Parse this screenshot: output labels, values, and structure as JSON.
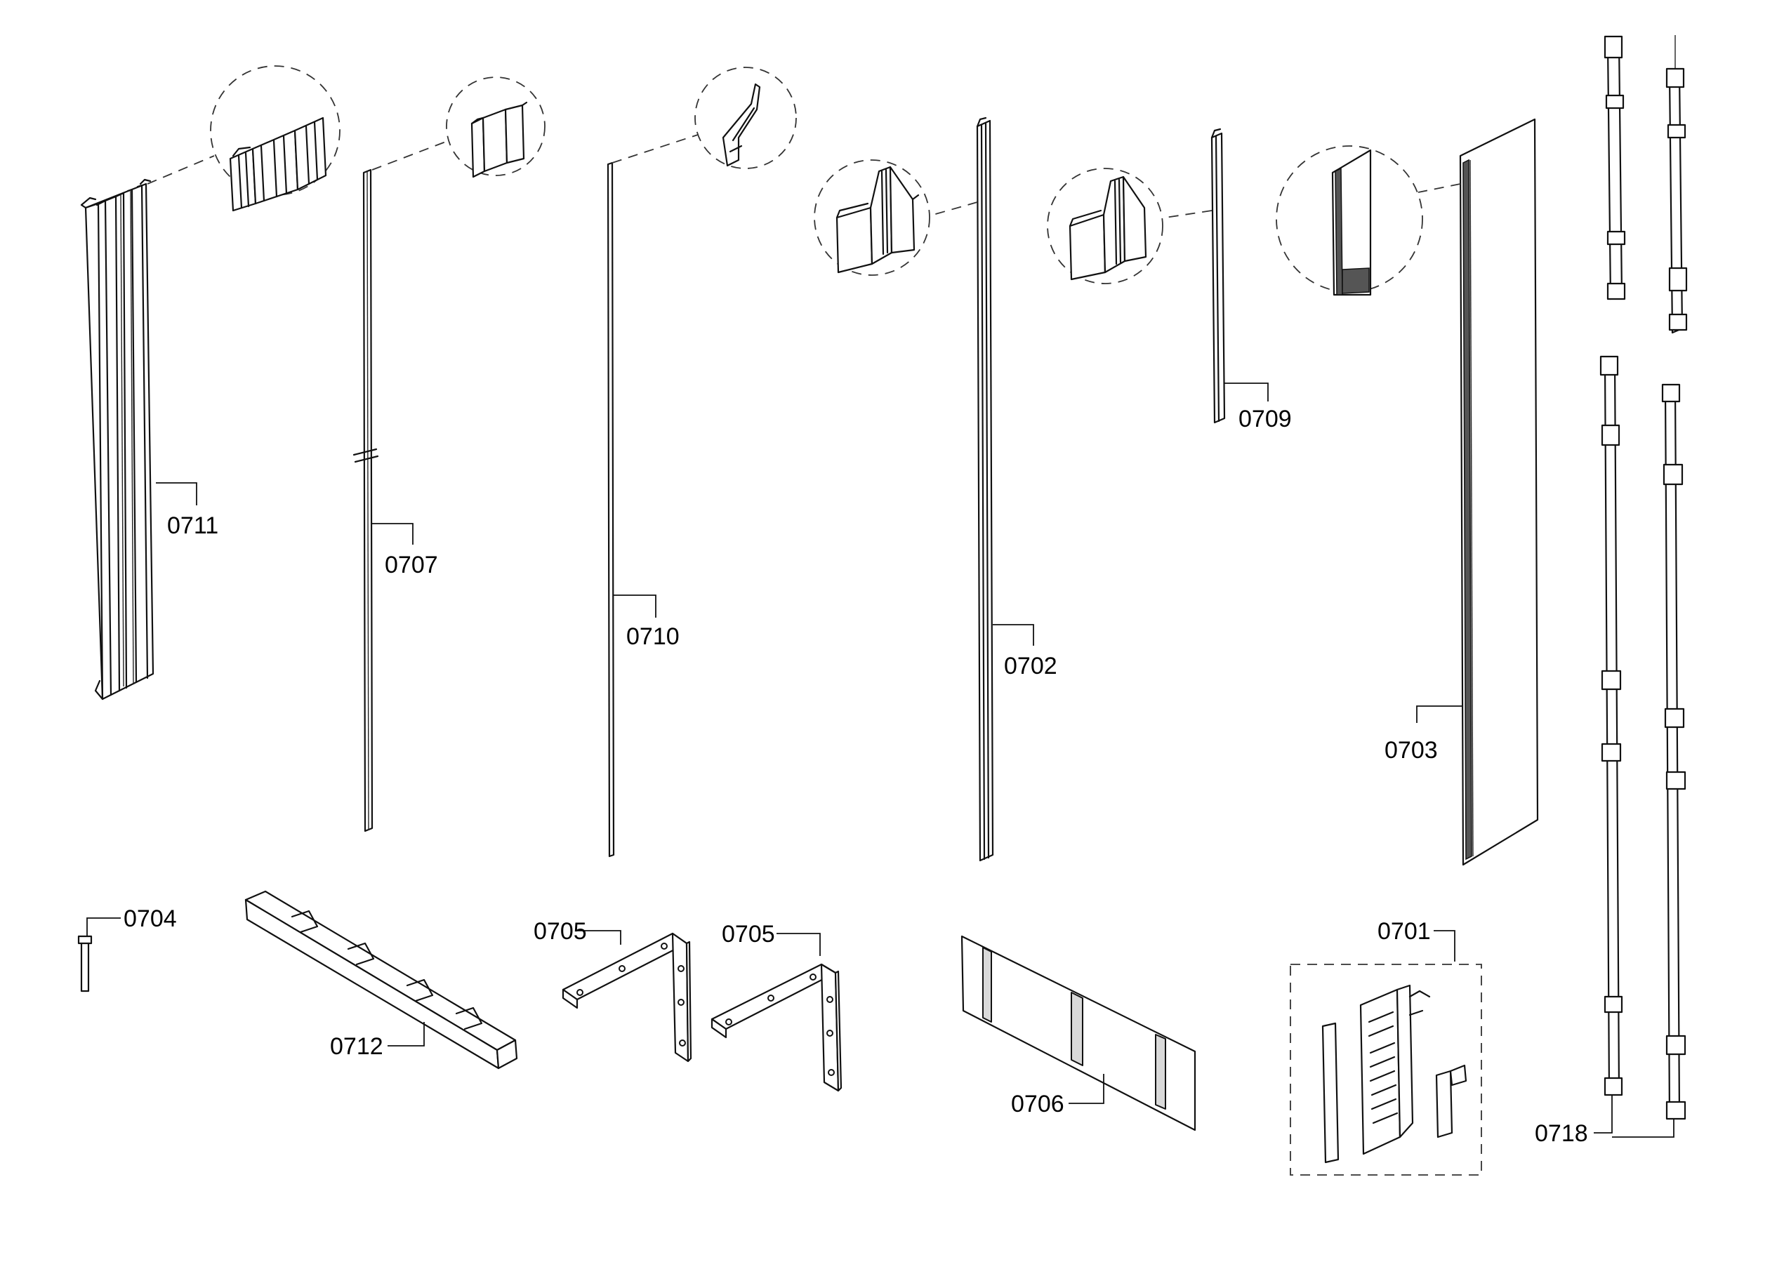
{
  "parts": [
    {
      "id": "p0711",
      "label": "0711"
    },
    {
      "id": "p0707",
      "label": "0707"
    },
    {
      "id": "p0710",
      "label": "0710"
    },
    {
      "id": "p0702",
      "label": "0702"
    },
    {
      "id": "p0709",
      "label": "0709"
    },
    {
      "id": "p0703",
      "label": "0703"
    },
    {
      "id": "p0704",
      "label": "0704"
    },
    {
      "id": "p0712",
      "label": "0712"
    },
    {
      "id": "p0705a",
      "label": "0705"
    },
    {
      "id": "p0705b",
      "label": "0705"
    },
    {
      "id": "p0706",
      "label": "0706"
    },
    {
      "id": "p0701",
      "label": "0701"
    },
    {
      "id": "p0718",
      "label": "0718"
    }
  ]
}
